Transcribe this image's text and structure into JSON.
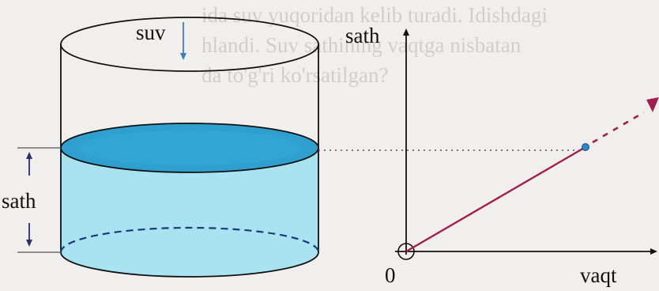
{
  "labels": {
    "water": "suv",
    "level_side": "sath",
    "y_axis": "sath",
    "x_axis": "vaqt",
    "origin": "0"
  },
  "colors": {
    "page_background": "#f1efed",
    "water_surface": "#2f9fd0",
    "water_body": "#a9e2f0",
    "water_arrow": "#3b7fc2",
    "level_arrows": "#2a2f6e",
    "graph_line": "#a11e4e",
    "graph_point": "#2a8ac4",
    "guide_line": "#555555"
  },
  "background_text": [
    "ida suv yuqoridan kelib turadi. Idishdagi",
    "hlandi. Suv sathining vaqtga nisbatan",
    "da to'g'ri ko'rsatilgan?"
  ]
}
